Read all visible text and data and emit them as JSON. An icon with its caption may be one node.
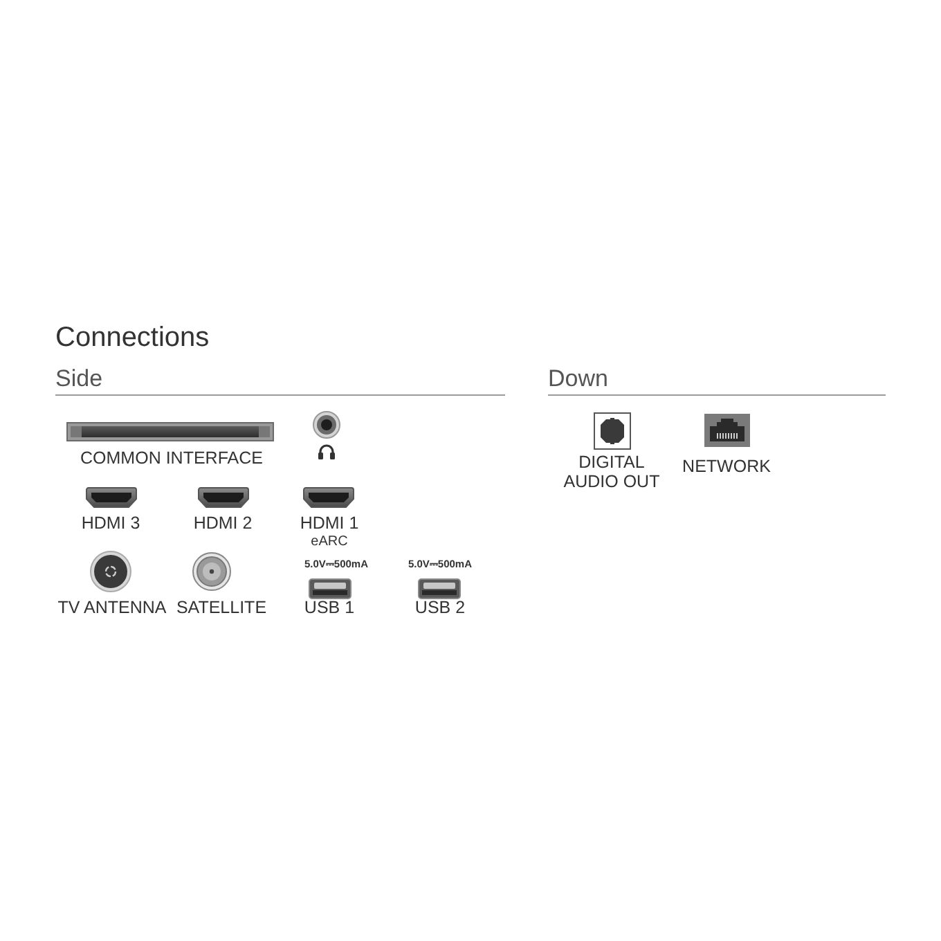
{
  "diagram": {
    "title": "Connections",
    "labels": [
      "Side",
      "COMMON INTERFACE",
      "HDMI 3",
      "HDMI 2",
      "HDMI 1",
      "eARC",
      "5.0V⎓500mA",
      "5.0V⎓500mA",
      "TV ANTENNA",
      "SATELLITE",
      "USB 1",
      "USB 2",
      "Down",
      "DIGITAL AUDIO OUT",
      "NETWORK"
    ]
  }
}
